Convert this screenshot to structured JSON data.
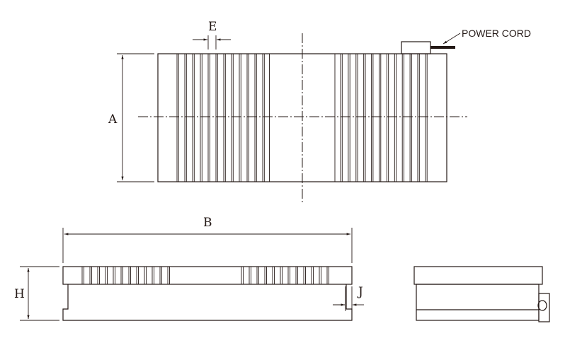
{
  "labels": {
    "a": "A",
    "b": "B",
    "e": "E",
    "h": "H",
    "j": "J",
    "power_cord": "POWER CORD"
  },
  "line_color": "#231815"
}
